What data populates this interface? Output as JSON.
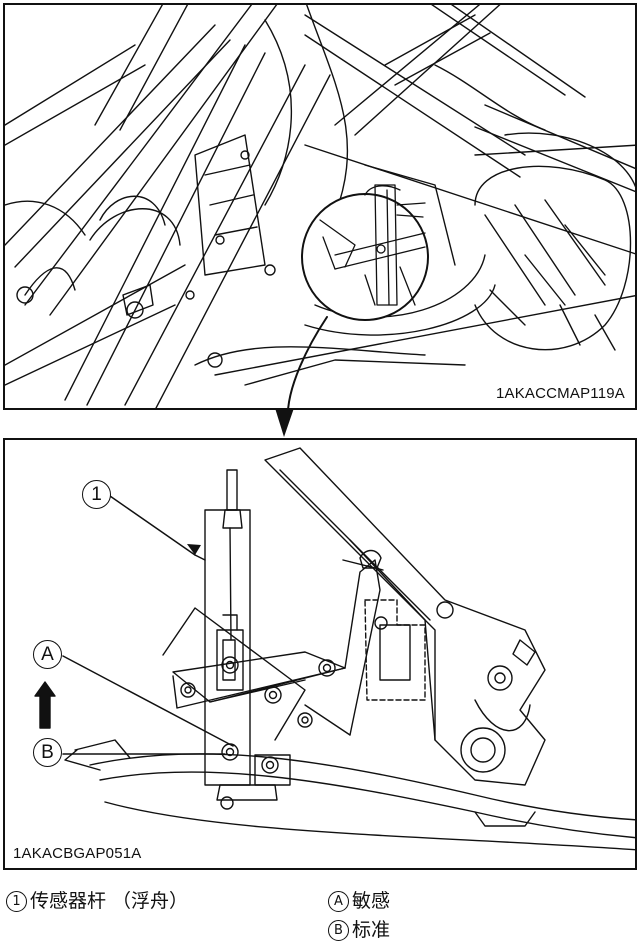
{
  "figure": {
    "top_code": "1AKACCMAP119A",
    "bottom_code": "1AKACBGAP051A"
  },
  "callouts": {
    "one": "1",
    "a": "A",
    "b": "B"
  },
  "legend": {
    "item1_num": "1",
    "item1_text": "传感器杆 （浮舟）",
    "itemA_letter": "A",
    "itemA_text": "敏感",
    "itemB_letter": "B",
    "itemB_text": "标准"
  }
}
